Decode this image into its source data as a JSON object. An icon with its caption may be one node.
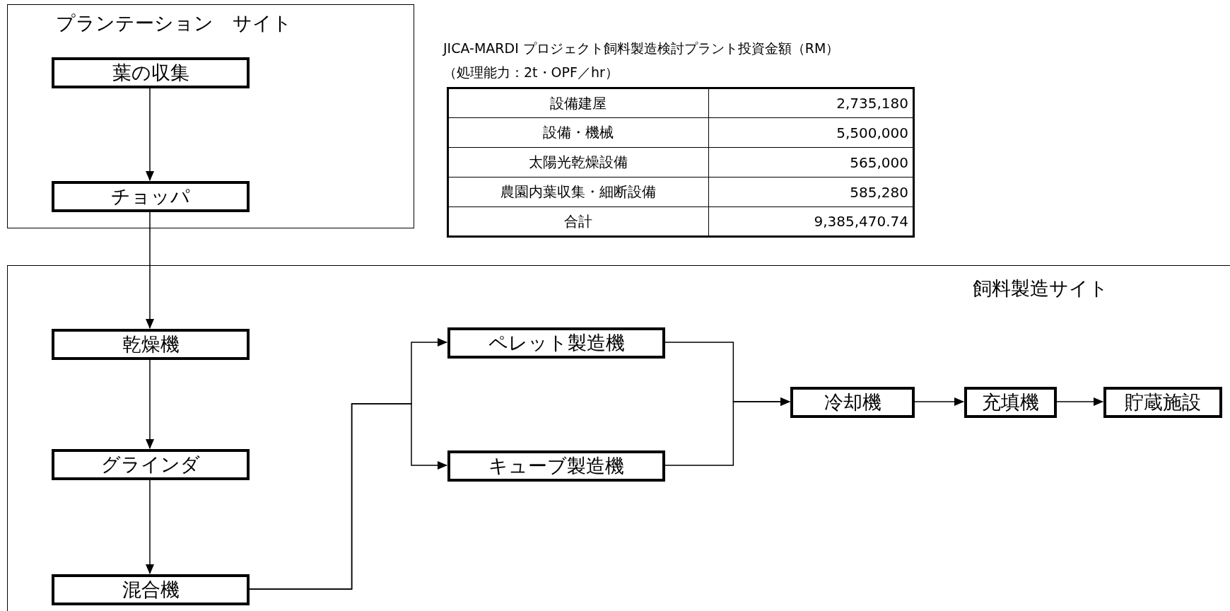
{
  "diagram": {
    "nodes": [
      {
        "text": [
          "プランテーション　サイト"
        ]
      },
      {
        "text": [
          "葉の収集"
        ],
        "in": 0
      },
      {
        "text": [
          "チョッパ"
        ],
        "in": 0
      },
      {
        "text": [
          "飼料製造サイト"
        ]
      },
      {
        "text": [
          "乾燥機"
        ],
        "in": 3
      },
      {
        "text": [
          "グラインダ"
        ],
        "in": 3
      },
      {
        "text": [
          "混合機"
        ],
        "in": 3
      },
      {
        "text": [
          "ペレット製造機"
        ],
        "in": 3
      },
      {
        "text": [
          "キューブ製造機"
        ],
        "in": 3
      },
      {
        "text": [
          "冷却機"
        ],
        "in": 3
      },
      {
        "text": [
          "充填機"
        ],
        "in": 3
      },
      {
        "text": [
          "貯蔵施設"
        ],
        "in": 3
      }
    ],
    "edges": [
      {
        "from": 1,
        "to": 2,
        "arrow": "to"
      },
      {
        "from": 2,
        "to": 4,
        "arrow": "to"
      },
      {
        "from": 4,
        "to": 5,
        "arrow": "to"
      },
      {
        "from": 5,
        "to": 6,
        "arrow": "to"
      },
      {
        "from": 6,
        "to": 7,
        "arrow": "to"
      },
      {
        "from": 6,
        "to": 8,
        "arrow": "to"
      },
      {
        "from": 7,
        "to": 9,
        "arrow": "to"
      },
      {
        "from": 8,
        "to": 9,
        "arrow": "to"
      },
      {
        "from": 9,
        "to": 10,
        "arrow": "to"
      },
      {
        "from": 10,
        "to": 11,
        "arrow": "to"
      }
    ],
    "labels": [
      "JICA-MARDI プロジェクト飼料製造検討プラント投資金額（RM）",
      "（処理能力：2t・OPF／hr）",
      "設備建屋",
      "2,735,180",
      "設備・機械",
      "5,500,000",
      "太陽光乾燥設備",
      "565,000",
      "農園内葉収集・細断設備",
      "585,280",
      "合計",
      "9,385,470.74"
    ]
  }
}
